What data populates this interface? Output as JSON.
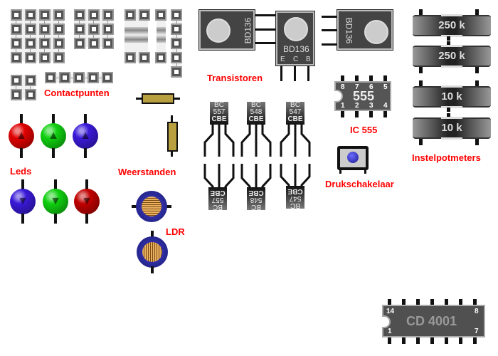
{
  "labels": {
    "contactpunten": "Contactpunten",
    "transistoren": "Transistoren",
    "ic555": "IC 555",
    "drukschakelaar": "Drukschakelaar",
    "instelpotmeters": "Instelpotmeters",
    "leds": "Leds",
    "weerstanden": "Weerstanden",
    "ldr": "LDR"
  },
  "transistors_bd": {
    "type": "BD136",
    "pins": [
      "E",
      "C",
      "B"
    ]
  },
  "transistors_bc": [
    {
      "line1": "BC",
      "line2": "557",
      "pins": "CBE"
    },
    {
      "line1": "BC",
      "line2": "548",
      "pins": "CBE"
    },
    {
      "line1": "BC",
      "line2": "547",
      "pins": "CBE"
    }
  ],
  "ic555": {
    "name": "555",
    "top_pins": [
      "8",
      "7",
      "6",
      "5"
    ],
    "bottom_pins": [
      "1",
      "2",
      "3",
      "4"
    ]
  },
  "cd4001": {
    "name": "CD 4001",
    "pin_tl": "14",
    "pin_tr": "8",
    "pin_bl": "1",
    "pin_br": "7"
  },
  "potmeters": [
    "250 k",
    "250 k",
    "10 k",
    "10 k"
  ],
  "leds": {
    "row1": [
      "#e00000",
      "#10d010",
      "#3a1ad8"
    ],
    "row2": [
      "#3a1ad8",
      "#10d010",
      "#c00000"
    ]
  },
  "icons": {
    "led_up": "▲",
    "led_down": "▼"
  }
}
